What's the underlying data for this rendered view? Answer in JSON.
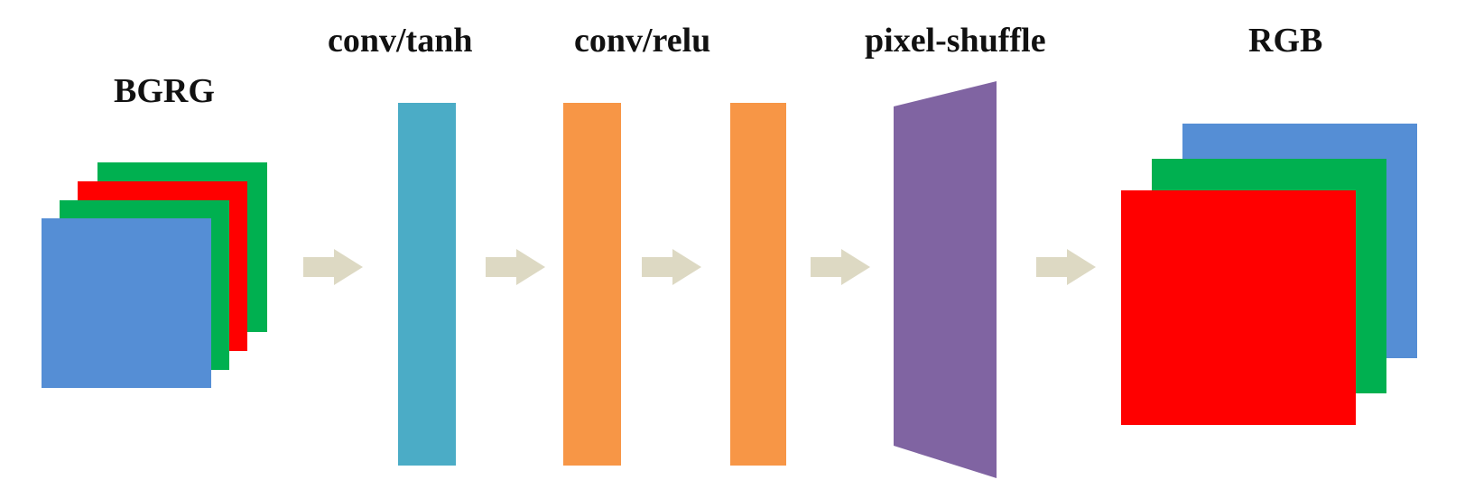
{
  "labels": {
    "input": "BGRG",
    "conv_tanh": "conv/tanh",
    "conv_relu": "conv/relu",
    "pixel_shuffle": "pixel-shuffle",
    "output": "RGB"
  },
  "colors": {
    "blue": "#558ed5",
    "green": "#00b050",
    "red": "#ff0000",
    "teal": "#4bacc6",
    "orange": "#f79646",
    "purple": "#8064a2",
    "arrow": "#ddd9c3"
  },
  "input_planes": [
    "green",
    "red",
    "green",
    "blue"
  ],
  "output_planes": [
    "blue",
    "green",
    "red"
  ]
}
